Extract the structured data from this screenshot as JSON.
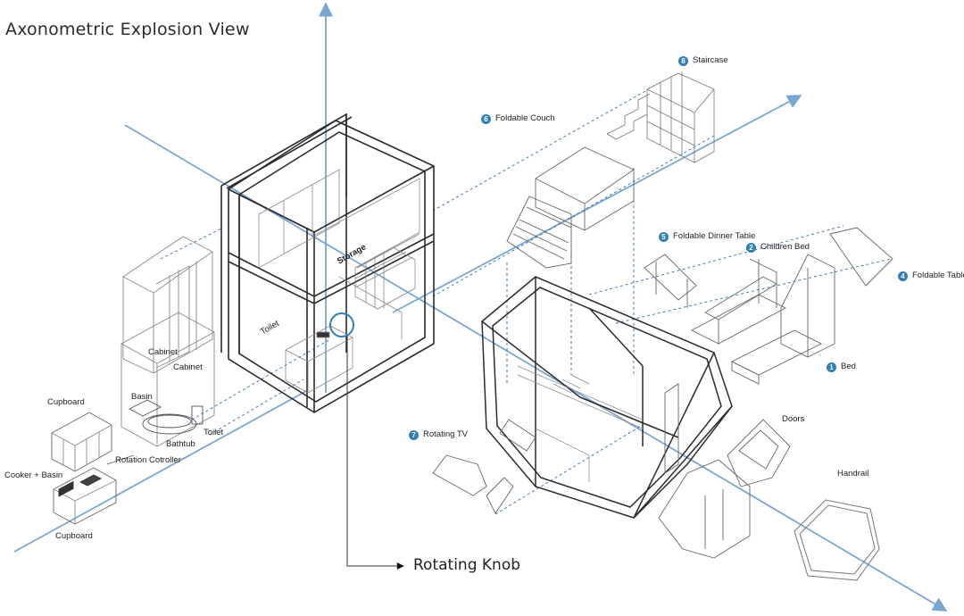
{
  "colors": {
    "axis": "#7aa6d2",
    "callout_badge": "#2f7fb8",
    "linework": "#333333",
    "dashed": "#2f6fb0"
  },
  "title": "Axonometric Explosion View",
  "rotating_knob": "Rotating Knob",
  "module_labels": {
    "storage": "Storage",
    "toilet_upper": "Toilet",
    "cabinet_1": "Cabinet",
    "cabinet_2": "Cabinet",
    "basin": "Basin",
    "bathtub": "Bathtub",
    "toilet_lower": "Toilet",
    "cupboard_top": "Cupboard",
    "cooker_basin": "Cooker + Basin",
    "rotation_controller": "Rotation Cotroller",
    "cupboard_bottom": "Cupboard",
    "doors": "Doors",
    "handrail": "Handrail"
  },
  "numbered_items": [
    {
      "num": "1",
      "label": "Bed"
    },
    {
      "num": "2",
      "label": "Children Bed"
    },
    {
      "num": "4",
      "label": "Foldable Table"
    },
    {
      "num": "5",
      "label": "Foldable Dinner Table"
    },
    {
      "num": "6",
      "label": "Foldable Couch"
    },
    {
      "num": "7",
      "label": "Rotating TV"
    },
    {
      "num": "8",
      "label": "Staircase"
    }
  ]
}
